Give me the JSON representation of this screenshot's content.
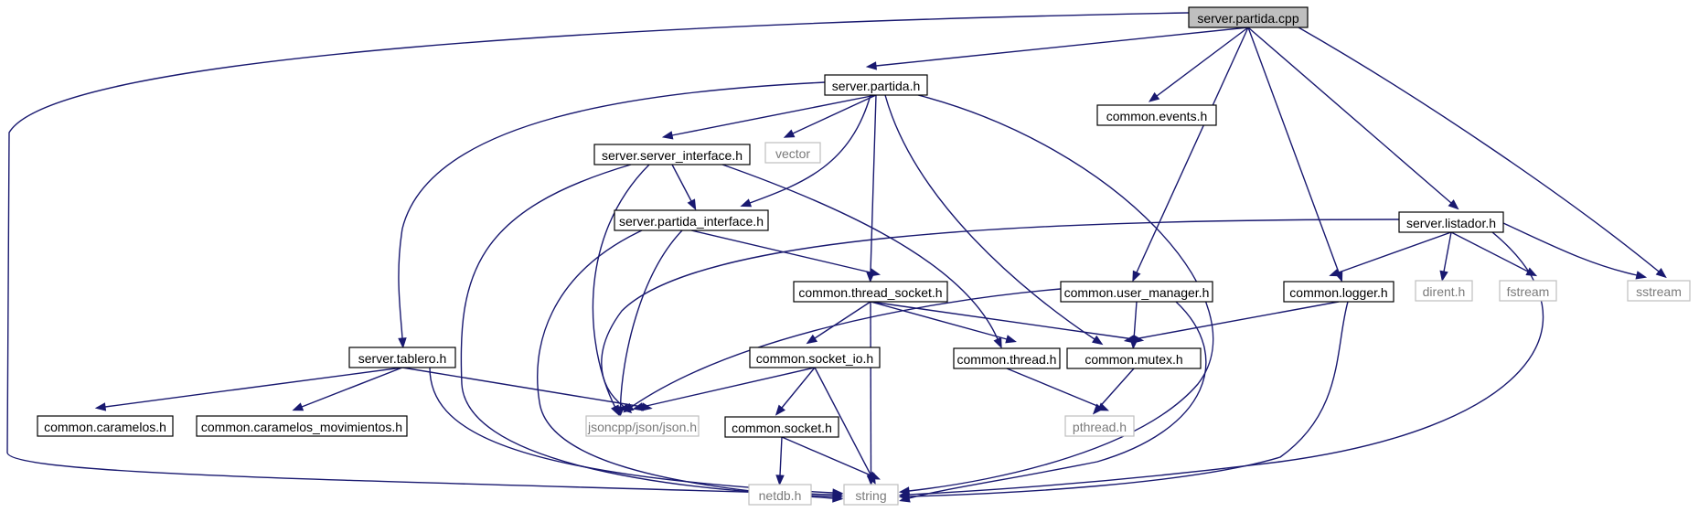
{
  "diagram": {
    "type": "include-dependency-graph",
    "nodes": [
      {
        "id": "root",
        "label": "server.partida.cpp",
        "kind": "root"
      },
      {
        "id": "partida_h",
        "label": "server.partida.h",
        "kind": "project"
      },
      {
        "id": "events_h",
        "label": "common.events.h",
        "kind": "project"
      },
      {
        "id": "server_interface_h",
        "label": "server.server_interface.h",
        "kind": "project"
      },
      {
        "id": "vector",
        "label": "vector",
        "kind": "system"
      },
      {
        "id": "partida_interface_h",
        "label": "server.partida_interface.h",
        "kind": "project"
      },
      {
        "id": "listador_h",
        "label": "server.listador.h",
        "kind": "project"
      },
      {
        "id": "thread_socket_h",
        "label": "common.thread_socket.h",
        "kind": "project"
      },
      {
        "id": "user_manager_h",
        "label": "common.user_manager.h",
        "kind": "project"
      },
      {
        "id": "logger_h",
        "label": "common.logger.h",
        "kind": "project"
      },
      {
        "id": "dirent_h",
        "label": "dirent.h",
        "kind": "system"
      },
      {
        "id": "fstream",
        "label": "fstream",
        "kind": "system"
      },
      {
        "id": "sstream",
        "label": "sstream",
        "kind": "system"
      },
      {
        "id": "tablero_h",
        "label": "server.tablero.h",
        "kind": "project"
      },
      {
        "id": "socket_io_h",
        "label": "common.socket_io.h",
        "kind": "project"
      },
      {
        "id": "thread_h",
        "label": "common.thread.h",
        "kind": "project"
      },
      {
        "id": "mutex_h",
        "label": "common.mutex.h",
        "kind": "project"
      },
      {
        "id": "caramelos_h",
        "label": "common.caramelos.h",
        "kind": "project"
      },
      {
        "id": "caramelos_mov_h",
        "label": "common.caramelos_movimientos.h",
        "kind": "project"
      },
      {
        "id": "json_h",
        "label": "jsoncpp/json/json.h",
        "kind": "system"
      },
      {
        "id": "socket_h",
        "label": "common.socket.h",
        "kind": "project"
      },
      {
        "id": "pthread_h",
        "label": "pthread.h",
        "kind": "system"
      },
      {
        "id": "netdb_h",
        "label": "netdb.h",
        "kind": "system"
      },
      {
        "id": "string",
        "label": "string",
        "kind": "system"
      }
    ],
    "edges": [
      [
        "root",
        "partida_h"
      ],
      [
        "root",
        "events_h"
      ],
      [
        "root",
        "user_manager_h"
      ],
      [
        "root",
        "logger_h"
      ],
      [
        "root",
        "listador_h"
      ],
      [
        "root",
        "sstream"
      ],
      [
        "root",
        "string"
      ],
      [
        "partida_h",
        "server_interface_h"
      ],
      [
        "partida_h",
        "vector"
      ],
      [
        "partida_h",
        "partida_interface_h"
      ],
      [
        "partida_h",
        "thread_socket_h"
      ],
      [
        "partida_h",
        "mutex_h"
      ],
      [
        "partida_h",
        "tablero_h"
      ],
      [
        "partida_h",
        "string"
      ],
      [
        "server_interface_h",
        "partida_interface_h"
      ],
      [
        "server_interface_h",
        "json_h"
      ],
      [
        "server_interface_h",
        "thread_h"
      ],
      [
        "server_interface_h",
        "string"
      ],
      [
        "partida_interface_h",
        "thread_socket_h"
      ],
      [
        "partida_interface_h",
        "json_h"
      ],
      [
        "partida_interface_h",
        "string"
      ],
      [
        "listador_h",
        "json_h"
      ],
      [
        "listador_h",
        "logger_h"
      ],
      [
        "listador_h",
        "dirent_h"
      ],
      [
        "listador_h",
        "fstream"
      ],
      [
        "listador_h",
        "sstream"
      ],
      [
        "listador_h",
        "string"
      ],
      [
        "thread_socket_h",
        "socket_io_h"
      ],
      [
        "thread_socket_h",
        "thread_h"
      ],
      [
        "thread_socket_h",
        "mutex_h"
      ],
      [
        "thread_socket_h",
        "string"
      ],
      [
        "user_manager_h",
        "json_h"
      ],
      [
        "user_manager_h",
        "mutex_h"
      ],
      [
        "user_manager_h",
        "string"
      ],
      [
        "logger_h",
        "mutex_h"
      ],
      [
        "logger_h",
        "string"
      ],
      [
        "tablero_h",
        "caramelos_h"
      ],
      [
        "tablero_h",
        "caramelos_mov_h"
      ],
      [
        "tablero_h",
        "json_h"
      ],
      [
        "tablero_h",
        "string"
      ],
      [
        "socket_io_h",
        "json_h"
      ],
      [
        "socket_io_h",
        "socket_h"
      ],
      [
        "socket_io_h",
        "string"
      ],
      [
        "thread_h",
        "pthread_h"
      ],
      [
        "mutex_h",
        "pthread_h"
      ],
      [
        "socket_h",
        "netdb_h"
      ],
      [
        "socket_h",
        "string"
      ]
    ]
  }
}
